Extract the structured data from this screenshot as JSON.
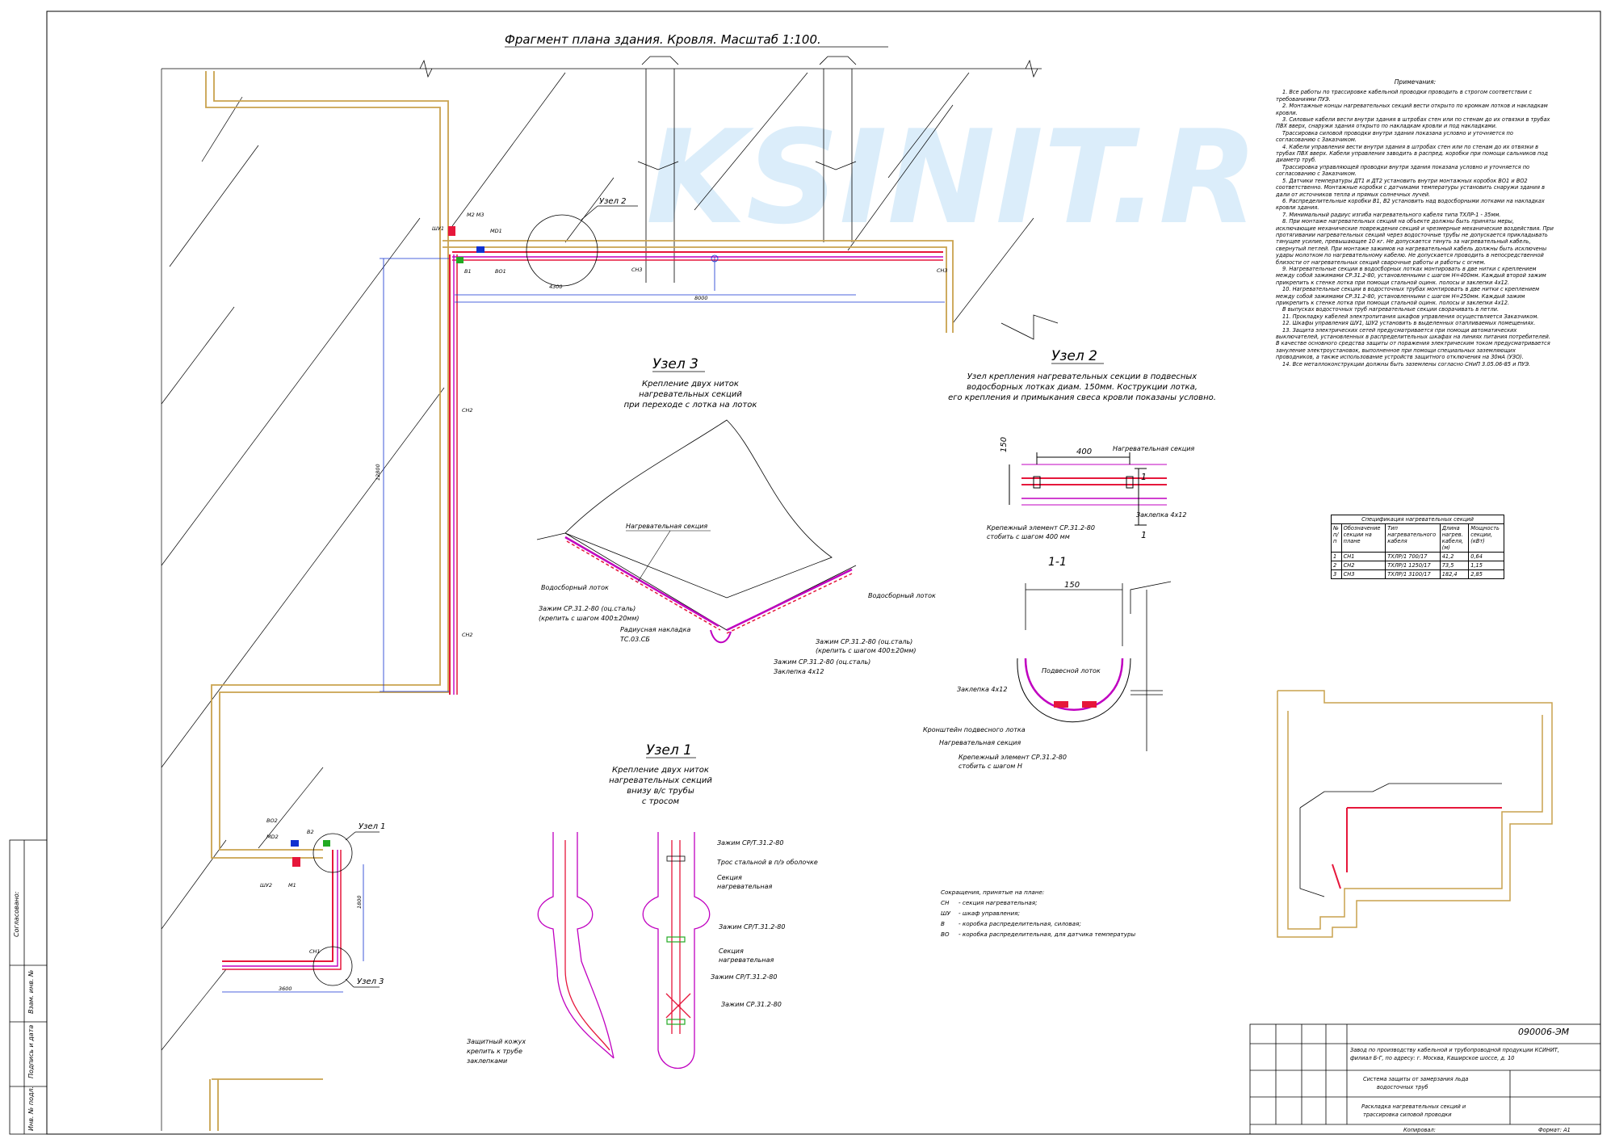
{
  "sheet_title": "Фрагмент плана здания. Кровля. Масштаб 1:100.",
  "watermark": "KSINIT.R",
  "plan_labels": {
    "shu1": "ШУ1",
    "m2m3": "М2 М3",
    "md1": "МD1",
    "b1": "В1",
    "bo1": "ВО1",
    "sn3a": "СН3",
    "sn3b": "СН3",
    "sn2a": "СН2",
    "sn2b": "СН2",
    "sn1": "СН1",
    "bo2": "ВО2",
    "md2": "МD2",
    "v2": "В2",
    "shu2": "ШУ2",
    "m1": "М1",
    "uzel2_ref": "Узел 2",
    "uzel1_ref": "Узел 1",
    "uzel3_ref": "Узел 3",
    "dim_4300": "4300",
    "dim_8000": "8000",
    "dim_12800": "12800",
    "dim_1800": "1800",
    "dim_3600": "3600"
  },
  "uzel3": {
    "title": "Узел 3",
    "subtitle": [
      "Крепление двух ниток",
      "нагревательных секций",
      "при переходе с лотка на лоток"
    ],
    "labels": {
      "section": "Нагревательная секция",
      "tray_left": "Водосборный лоток",
      "tray_right": "Водосборный лоток",
      "clamp_left": [
        "Зажим СР.31.2-80 (оц.сталь)",
        "(крепить с шагом 400±20мм)"
      ],
      "radius": [
        "Радиусная накладка",
        "ТС.03.СБ"
      ],
      "clamp_right": [
        "Зажим СР.31.2-80 (оц.сталь)",
        "(крепить с шагом 400±20мм)"
      ],
      "clamp_bottom": [
        "Зажим СР.31.2-80 (оц.сталь)",
        "Заклепка 4х12"
      ]
    }
  },
  "uzel2": {
    "title": "Узел 2",
    "subtitle": [
      "Узел крепления нагревательных секции в подвесных",
      "водосборных лотках диам. 150мм. Кострукции лотка,",
      "его крепления и примыкания свеса кровли показаны условно."
    ],
    "dim_400": "400",
    "dim_150": "150",
    "labels": {
      "section": "Нагревательная секция",
      "fix": [
        "Крепежный элемент СР.31.2-80",
        "стобить с шагом 400 мм"
      ],
      "rivet": "Заклепка 4х12",
      "cut": "1"
    }
  },
  "section11": {
    "title": "1-1",
    "dim_150": "150",
    "labels": {
      "tray": "Подвесной лоток",
      "rivet": "Заклепка 4х12",
      "bracket": "Кронштейн подвесного лотка",
      "section": "Нагревательная секция",
      "fix": [
        "Крепежный элемент СР.31.2-80",
        "стобить с шагом Н"
      ]
    }
  },
  "uzel1": {
    "title": "Узел 1",
    "subtitle": [
      "Крепление двух ниток",
      "нагревательных секций",
      "внизу в/с трубы",
      "с тросом"
    ],
    "labels": {
      "clamp1": "Зажим СР/Т.31.2-80",
      "rope": "Трос стальной в п/э оболочке",
      "section1": [
        "Секция",
        "нагревательная"
      ],
      "clamp2": "Зажим СР/Т.31.2-80",
      "section2": [
        "Секция",
        "нагревательная"
      ],
      "clamp3": "Зажим СР/Т.31.2-80",
      "clamp4": "Зажим СР.31.2-80",
      "cover": [
        "Защитный кожух",
        "крепить к трубе",
        "заклепками"
      ]
    }
  },
  "notes": {
    "head": "Примечания:",
    "items": [
      "1. Все работы по трассировке кабельной проводки проводить в строгом соответствии с требованиями ПУЭ.",
      "2. Монтажные концы нагревательных секций вести открыто по кромкам лотков и накладкам кровли.",
      "3. Силовые кабели вести внутри здания в штробах стен или по стенам до их отвязки в трубах ПВХ вверх, снаружи здания открыто по накладкам кровли и под накладками.",
      "Трассировка силовой проводки внутри здания показана условно и уточняется по согласованию с Заказчиком.",
      "4. Кабели управления вести внутри здания в штробах стен или по стенам до их отвязки в трубах ПВХ вверх. Кабели управления заводить в распред. коробки при помощи сальников под диаметр труб.",
      "Трассировка управляющей проводки внутри здания показана условно и уточняется по согласованию с Заказчиком.",
      "5. Датчики температуры ДТ1 и ДТ2 установить внутри монтажных коробок ВО1 и ВО2 соответственно. Монтажные коробки с датчиками температуры установить снаружи здания в дали от источников тепла и прямых солнечных лучей.",
      "6. Распределительные коробки В1, В2 установить над водосборными лотками на накладках кровли здания.",
      "7. Минимальный радиус изгиба нагревательного кабеля типа ТХЛР-1 - 35мм.",
      "8. При монтаже нагревательных секций на объекте должны быть приняты меры, исключающие механические повреждения секций и чрезмерные механические воздействия. При протягивании нагревательных секций через водосточные трубы не допускается прикладывать тянущее усилие, превышающее 10 кг. Не допускается тянуть за нагревательный кабель, свернутый петлей. При монтаже зажимов на нагревательный кабель должны быть исключены удары молотком по нагревательному кабелю. Не допускается проводить в непосредственной близости от нагревательных секций сварочные работы и работы с огнем.",
      "9. Нагревательные секции в водосборных лотках монтировать в две нитки с креплением между собой зажимами СР.31.2-80, установленными с шагом Н=400мм. Каждый второй зажим прикрепить к стенке лотка при помощи стальной оцинк. полосы и заклепки 4х12.",
      "10. Нагревательные секции в водосточных трубах монтировать в две нитки с креплением между собой зажимами СР.31.2-80, установленными с шагом Н=250мм. Каждый зажим прикрепить к стенке лотка при помощи стальной оцинк. полосы и заклепки 4х12.",
      "В выпусках водосточных труб нагревательные секции сворачивать в петли.",
      "11. Прокладку кабелей электропитания шкафов управления осуществляется Заказчиком.",
      "12. Шкафы управления ШУ1, ШУ2 установить в выделенных отапливаемых помещениях.",
      "13. Защита электрических сетей предусматривается при помощи автоматических выключателей, установленных в распределительных шкафах на линиях питания потребителей. В качестве основного средства защиты от поражения электрическим током предусматривается зануление электроустановок, выполненное при помощи специальных заземляющих проводников, а также использование устройств защитного отключения на 30мА (УЗО).",
      "14. Все металлоконструкции должны быть заземлены согласно СНиП 3.05.06-85 и ПУЭ."
    ]
  },
  "spec": {
    "caption": "Спецификация нагревательных секций",
    "headers": [
      "№ п/п",
      "Обозначение секции на плане",
      "Тип нагревательного кабеля",
      "Длина нагрев. кабеля, (м)",
      "Мощность секции, (кВт)"
    ],
    "rows": [
      [
        "1",
        "СН1",
        "ТХЛР/1 700/17",
        "41,2",
        "0,64"
      ],
      [
        "2",
        "СН2",
        "ТХЛР/1 1250/17",
        "73,5",
        "1,15"
      ],
      [
        "3",
        "СН3",
        "ТХЛР/1 3100/17",
        "182,4",
        "2,85"
      ]
    ]
  },
  "abbr": {
    "head": "Сокращения, принятые на плане:",
    "items": [
      [
        "СН",
        "- секция нагревательная;"
      ],
      [
        "ШУ",
        "- шкаф управления;"
      ],
      [
        "В",
        "- коробка распределительная, силовая;"
      ],
      [
        "ВО",
        "- коробка распределительная, для датчика температуры"
      ]
    ]
  },
  "titleblock": {
    "code": "090006-ЭМ",
    "object": [
      "Завод по производству кабельной и трубопроводной продукции КСИНИТ,",
      "филиал Б-Г, по адресу: г. Москва, Каширское шоссе, д. 10"
    ],
    "system": [
      "Система защиты от замерзания льда",
      "водосточных труб"
    ],
    "sheet": [
      "Раскладка нагревательных секций и",
      "трассировка силовой проводки"
    ],
    "copied": "Копировал:",
    "format": "Формат: А1"
  },
  "side": {
    "agreed": "Согласовано:",
    "inv_change": "Взам. инв. №",
    "sign_date": "Подпись и дата",
    "inv_orig": "Инв. № подл."
  },
  "colors": {
    "section": "#e6173b",
    "magenta": "#c000c0",
    "wall": "#c9a24e",
    "dim": "#1030d0",
    "green": "#22aa22"
  }
}
